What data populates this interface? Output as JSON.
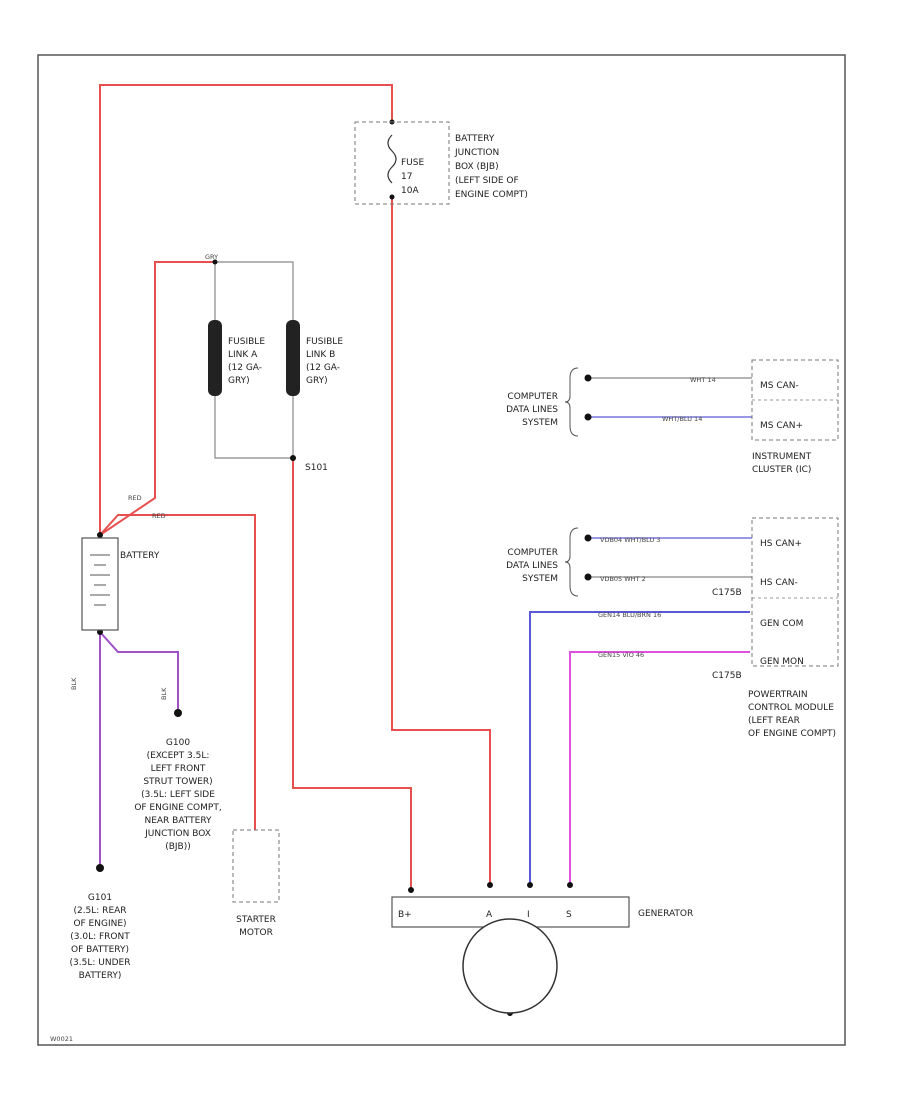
{
  "colors": {
    "red": "#e85050",
    "blue": "#5a5ad8",
    "violet": "#a050c8",
    "magenta": "#e050e0",
    "gray": "#888888",
    "frame": "#555555"
  },
  "labels": {
    "bjb": [
      "BATTERY",
      "JUNCTION",
      "BOX (BJB)",
      "(LEFT SIDE OF",
      "ENGINE COMPT)"
    ],
    "fuse": [
      "FUSE",
      "17",
      "10A"
    ],
    "fl_a": [
      "FUSIBLE",
      "LINK A",
      "(12 GA-",
      "GRY)"
    ],
    "fl_b": [
      "FUSIBLE",
      "LINK B",
      "(12 GA-",
      "GRY)"
    ],
    "splice": "S101",
    "battery": "BATTERY",
    "cdl_top": [
      "COMPUTER",
      "DATA LINES",
      "SYSTEM"
    ],
    "cdl_bottom": [
      "COMPUTER",
      "DATA LINES",
      "SYSTEM"
    ],
    "ic_pin1": "MS CAN-",
    "ic_pin2": "MS CAN+",
    "ic_name": [
      "INSTRUMENT",
      "CLUSTER (IC)"
    ],
    "pcm_pin1": "HS CAN+",
    "pcm_pin2": "HS CAN-",
    "pcm_pin3": "GEN COM",
    "pcm_pin4": "GEN MON",
    "pcm_name": [
      "POWERTRAIN",
      "CONTROL MODULE",
      "(LEFT REAR",
      "OF ENGINE COMPT)"
    ],
    "c175b_1": "C175B",
    "c175b_2": "C175B",
    "g100": [
      "G100",
      "(EXCEPT 3.5L:",
      "LEFT FRONT",
      "STRUT TOWER)",
      "(3.5L: LEFT SIDE",
      "OF ENGINE COMPT,",
      "NEAR BATTERY",
      "JUNCTION BOX",
      "(BJB))"
    ],
    "g101": [
      "G101",
      "(2.5L: REAR",
      "OF ENGINE)",
      "(3.0L: FRONT",
      "OF BATTERY)",
      "(3.5L: UNDER",
      "BATTERY)"
    ],
    "starter": [
      "STARTER",
      "MOTOR"
    ],
    "generator": "GENERATOR",
    "gen_terms": [
      "B+",
      "A",
      "I",
      "S"
    ],
    "footer": "W0021"
  },
  "wires": {
    "w1": "WHT  14",
    "w2": "WHT/BLU  14",
    "w3": "VDB04   WHT/BLU   3",
    "w4": "VDB05   WHT   2",
    "w5": "GEN14   BLU/BRN  16",
    "w6": "GEN15   VIO  46",
    "red": "RED",
    "blk": "BLK",
    "blk_rd": "BLK",
    "gry": "GRY",
    "rd_top": "RED"
  }
}
